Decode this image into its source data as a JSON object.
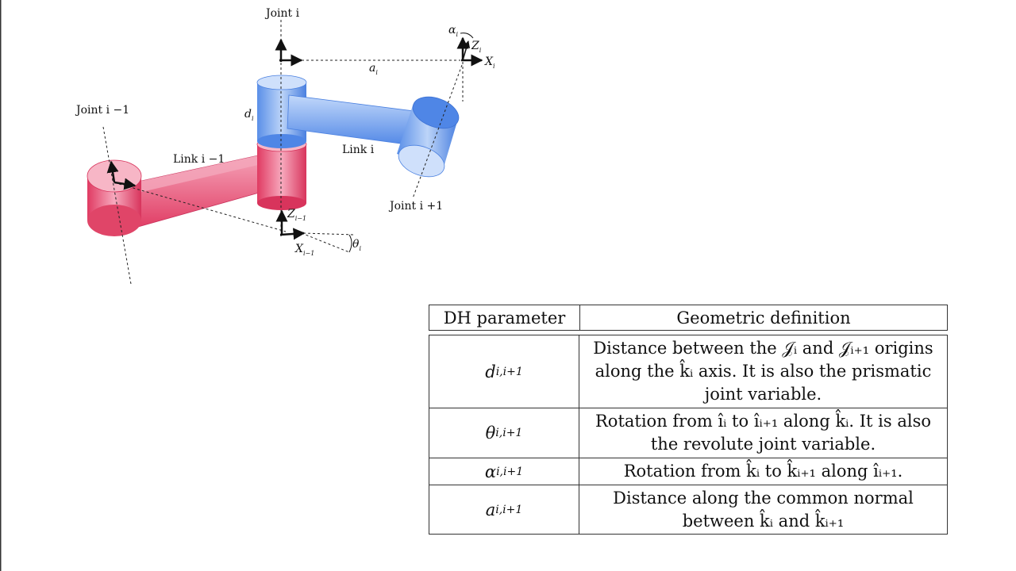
{
  "diagram": {
    "labels": {
      "joint_i": "Joint i",
      "joint_i_minus_1": "Joint i −1",
      "joint_i_plus_1": "Joint i +1",
      "link_i_minus_1": "Link i −1",
      "link_i": "Link i",
      "d_i": "d",
      "d_i_sub": "i",
      "a_i": "a",
      "a_i_sub": "i",
      "z_i": "Z",
      "z_i_sub": "i",
      "x_i": "X",
      "x_i_sub": "i",
      "alpha_i": "α",
      "alpha_i_sub": "i",
      "z_im1": "Z",
      "z_im1_sub": "i−1",
      "x_im1": "X",
      "x_im1_sub": "i−1",
      "theta_i": "θ",
      "theta_i_sub": "i"
    },
    "colors": {
      "link_red": "#e8456a",
      "link_red_light": "#f5a3b8",
      "link_blue": "#5a8fe8",
      "link_blue_light": "#b6d0f7"
    }
  },
  "table": {
    "header": {
      "param": "DH parameter",
      "definition": "Geometric definition"
    },
    "rows": [
      {
        "param": "d",
        "param_sub": "i,i+1",
        "definition": "Distance between the 𝒥ᵢ and 𝒥ᵢ₊₁ origins along the k̂ᵢ axis. It is also the prismatic joint variable."
      },
      {
        "param": "θ",
        "param_sub": "i,i+1",
        "definition": "Rotation from îᵢ to îᵢ₊₁ along k̂ᵢ. It is also the revolute joint variable."
      },
      {
        "param": "α",
        "param_sub": "i,i+1",
        "definition": "Rotation from k̂ᵢ to k̂ᵢ₊₁ along îᵢ₊₁."
      },
      {
        "param": "a",
        "param_sub": "i,i+1",
        "definition": "Distance along the common normal between k̂ᵢ and k̂ᵢ₊₁"
      }
    ]
  }
}
